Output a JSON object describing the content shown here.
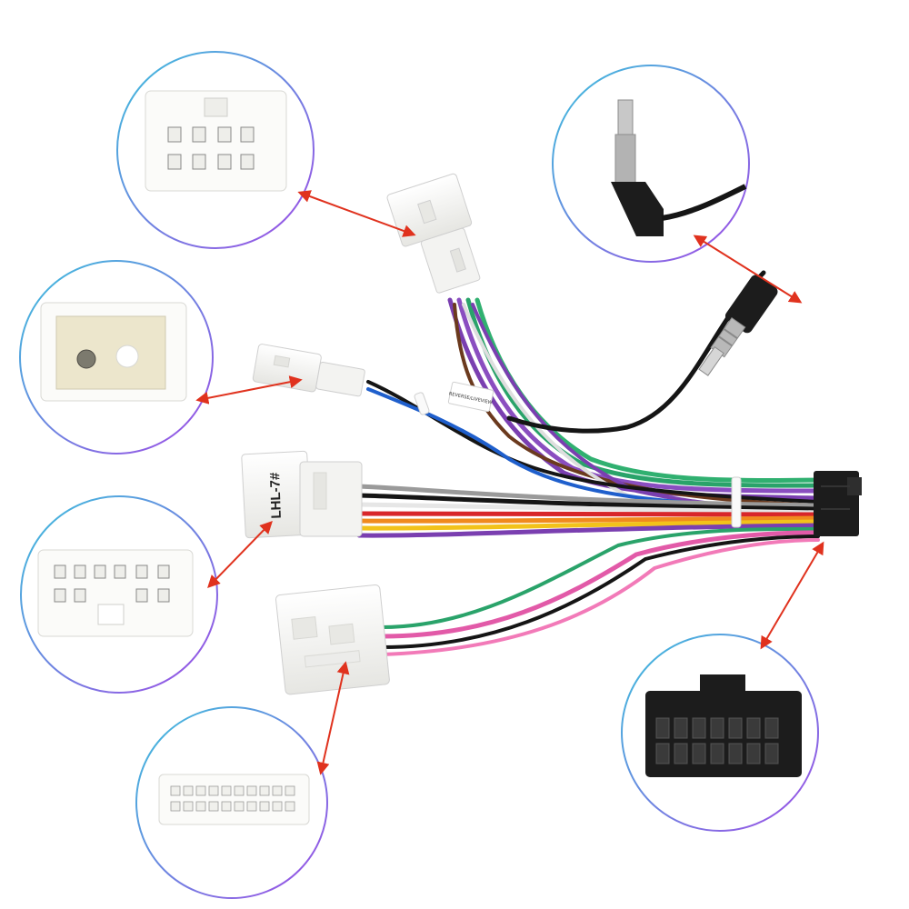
{
  "product": {
    "connector_label": "LHL-7#",
    "wire_tag": "REVERSE/LIVEVIEW"
  },
  "colors": {
    "accent_arrow": "#e0321e",
    "circle_gradient_start": "#3bc1dc",
    "circle_gradient_end": "#a04be6",
    "connector_white": "#f6f6f4",
    "connector_black": "#1c1c1c",
    "wire_purple": "#7a3fb0",
    "wire_green": "#2aa36a",
    "wire_blue": "#1f5fcc",
    "wire_pink": "#e25aa8",
    "wire_black": "#151515",
    "wire_yellow": "#f2c21a",
    "wire_red": "#d8262a",
    "wire_orange": "#f08a1e",
    "wire_brown": "#6b3a1e",
    "wire_gray": "#9a9a9a"
  },
  "callouts": [
    {
      "name": "12-pin-connector-detail"
    },
    {
      "name": "antenna-plug-detail"
    },
    {
      "name": "antenna-adapter-detail"
    },
    {
      "name": "16-pin-connector-detail"
    },
    {
      "name": "28-pin-connector-detail"
    },
    {
      "name": "iso-16-pin-black-connector-detail"
    }
  ]
}
